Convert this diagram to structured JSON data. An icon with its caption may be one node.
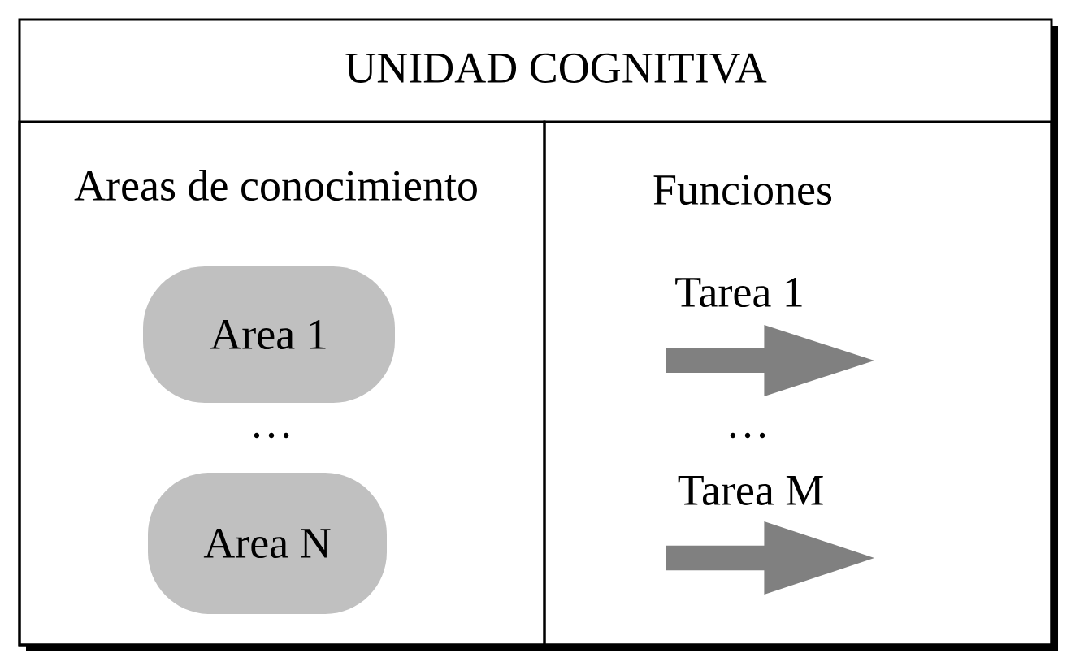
{
  "diagram": {
    "nodes": [
      {
        "text": [
          "UNIDAD COGNITIVA"
        ]
      },
      {
        "text": [
          "Areas de conocimiento"
        ],
        "in": 0
      },
      {
        "text": [
          "Funciones"
        ],
        "in": 0
      },
      {
        "text": [
          "Area 1"
        ],
        "in": 1
      },
      {
        "text": [
          "Area N"
        ],
        "in": 1
      },
      {
        "text": [
          "Tarea 1"
        ],
        "in": 2
      },
      {
        "text": [
          "Tarea M"
        ],
        "in": 2
      }
    ],
    "labels": [
      "…",
      "…"
    ]
  }
}
